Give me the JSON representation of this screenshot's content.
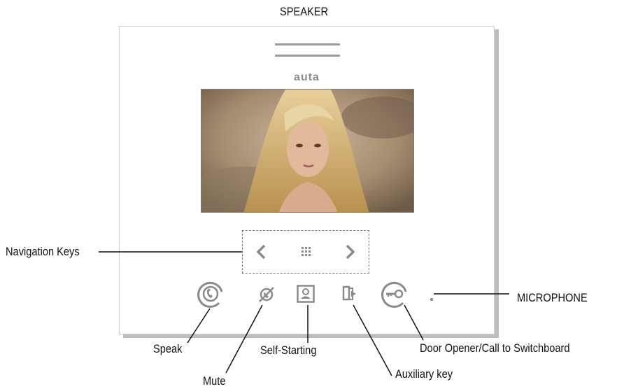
{
  "labels": {
    "speaker": "SPEAKER",
    "navigation_keys": "Navigation Keys",
    "microphone": "MICROPHONE",
    "speak": "Speak",
    "mute": "Mute",
    "self_starting": "Self-Starting",
    "auxiliary_key": "Auxiliary key",
    "door_opener": "Door Opener/Call to Switchboard"
  },
  "device": {
    "brand": "auta"
  },
  "icons": {
    "nav_left": "chevron-left-icon",
    "nav_menu": "grid-menu-icon",
    "nav_right": "chevron-right-icon",
    "speak": "phone-handset-icon",
    "mute": "mute-icon",
    "self_starting": "camera-portrait-icon",
    "auxiliary": "door-exit-icon",
    "door_opener": "key-icon",
    "microphone": "microphone-hole-icon"
  },
  "colors": {
    "icon_gray": "#8a8a8a",
    "leader_line": "#111111"
  }
}
